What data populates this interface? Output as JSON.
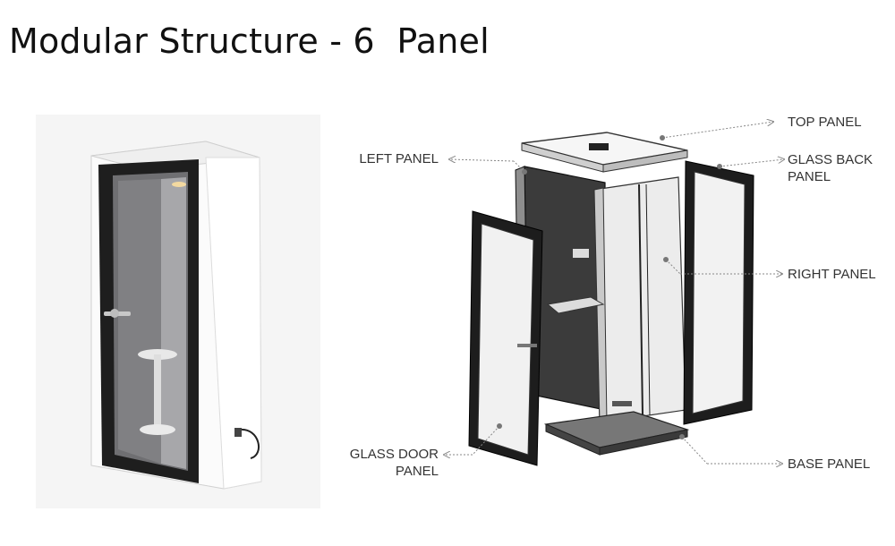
{
  "title": "Modular Structure - 6  Panel",
  "labels": {
    "top_panel": "TOP PANEL",
    "left_panel": "LEFT PANEL",
    "glass_back_panel_line1": "GLASS BACK",
    "glass_back_panel_line2": "PANEL",
    "right_panel": "RIGHT PANEL",
    "glass_door_panel_line1": "GLASS DOOR",
    "glass_door_panel_line2": "PANEL",
    "base_panel": "BASE PANEL"
  },
  "colors": {
    "frame_black": "#1c1c1c",
    "panel_white": "#f7f7f7",
    "panel_gray": "#d9d9d9",
    "leader_line": "#888888",
    "text": "#333333"
  }
}
